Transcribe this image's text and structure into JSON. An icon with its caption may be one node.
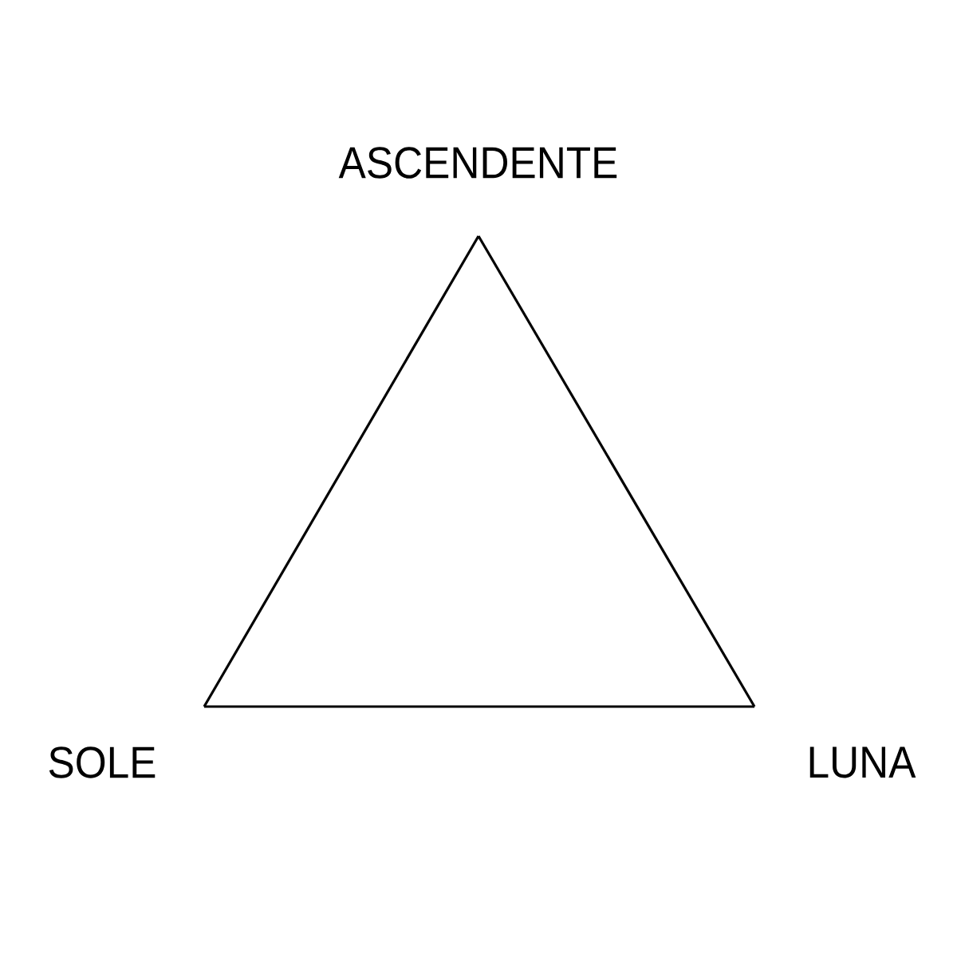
{
  "diagram": {
    "nodes": [
      {
        "text": [
          "ASCENDENTE"
        ]
      },
      {
        "text": [
          "SOLE"
        ]
      },
      {
        "text": [
          "LUNA"
        ]
      }
    ],
    "edges": [
      {
        "from": 0,
        "to": 1,
        "arrow": "none"
      },
      {
        "from": 1,
        "to": 2,
        "arrow": "none"
      },
      {
        "from": 2,
        "to": 0,
        "arrow": "none"
      }
    ]
  }
}
